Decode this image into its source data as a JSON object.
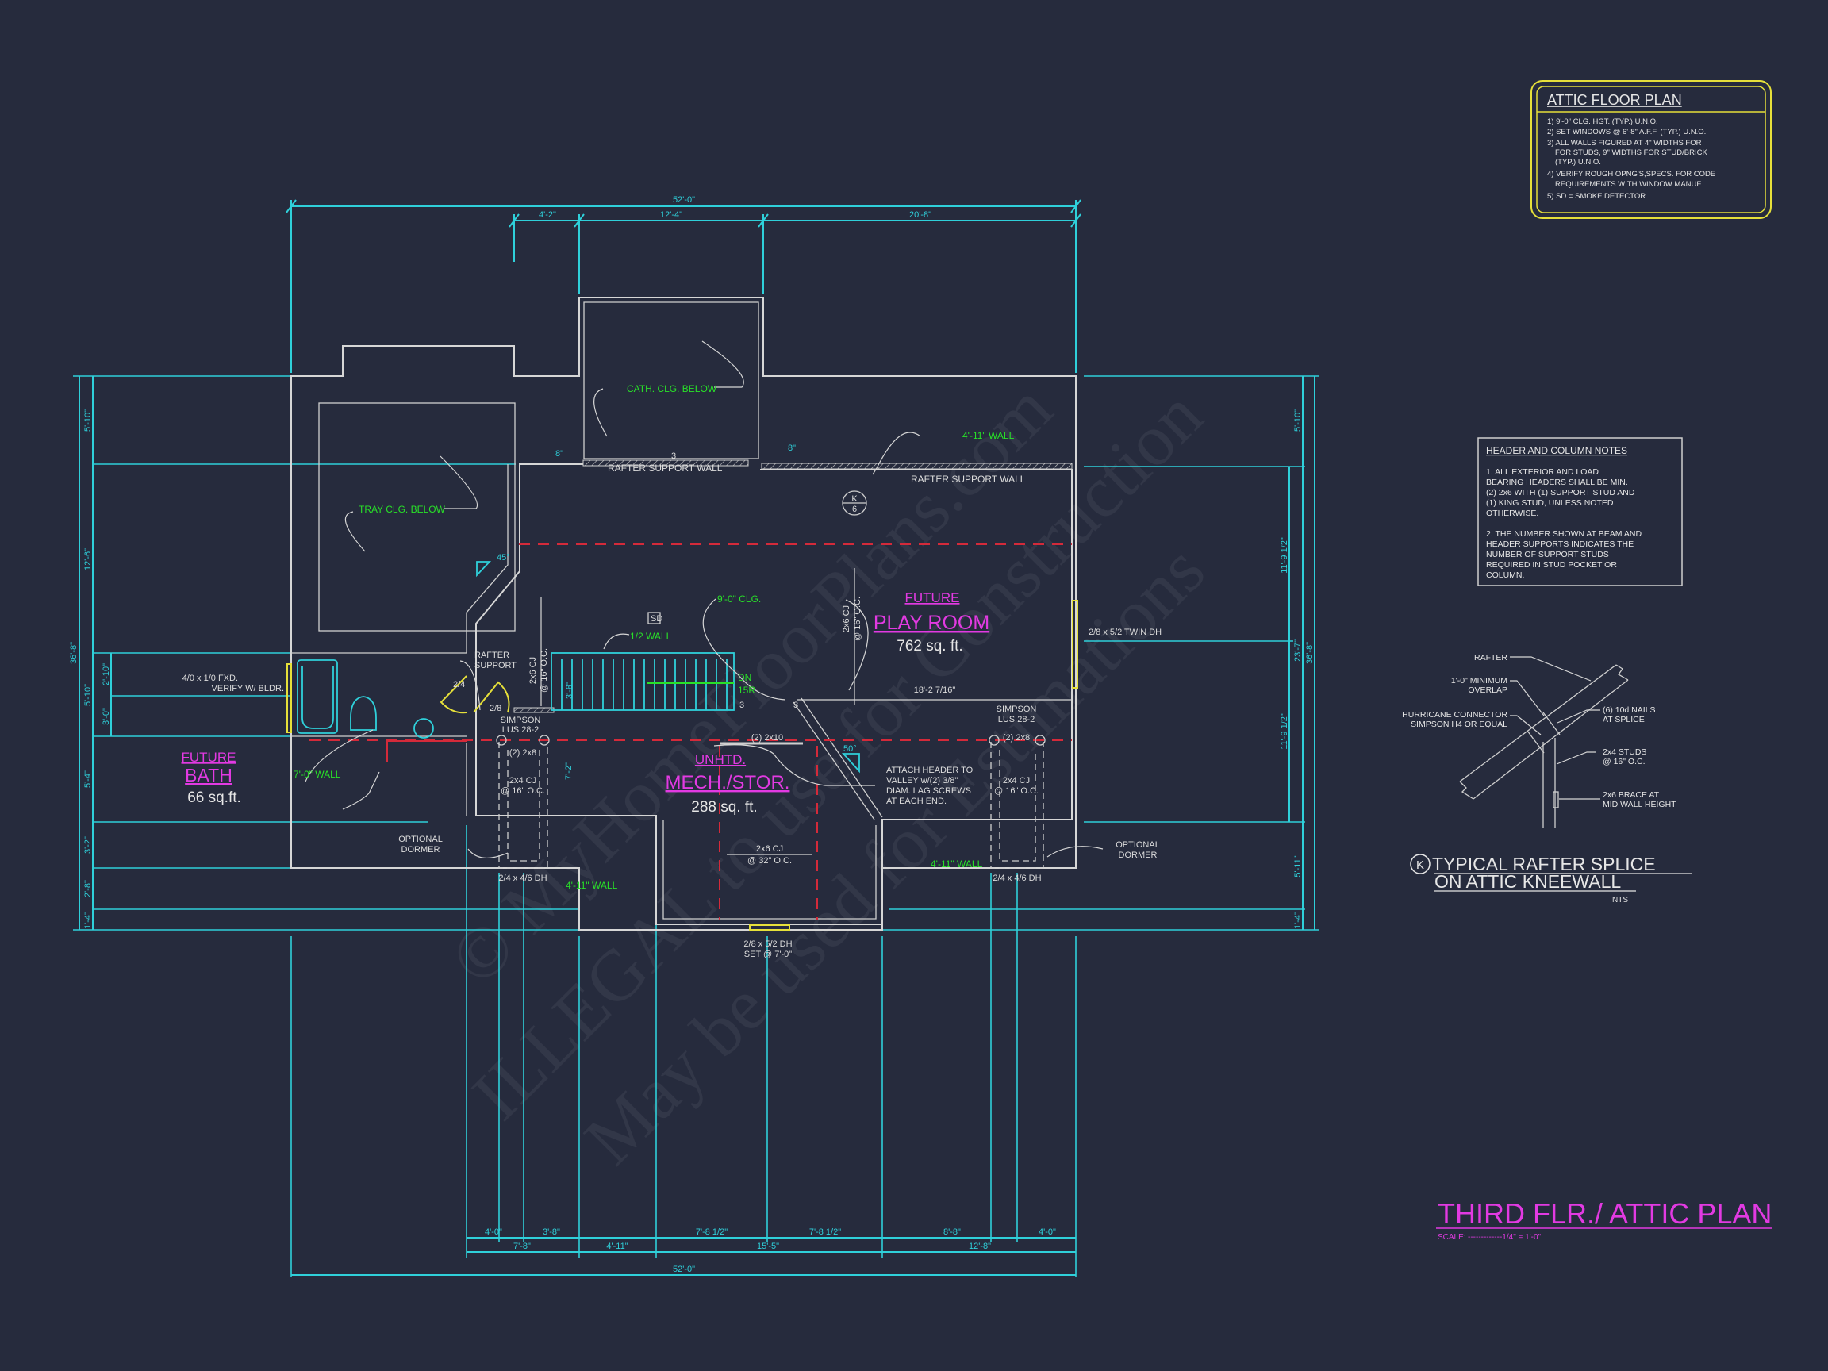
{
  "colors": {
    "background": "#262b3d",
    "dimension": "#2fd0da",
    "wall": "#d6d6d6",
    "note_green": "#28e028",
    "room_magenta": "#e23ae2",
    "window_yellow": "#e6e03a",
    "beam_red": "#d42a3a"
  },
  "sheet": {
    "title": "THIRD FLR./ ATTIC PLAN",
    "scale_label": "SCALE:",
    "scale_value": "-------------1/4\" = 1'-0\""
  },
  "attic_notes": {
    "title": "ATTIC FLOOR PLAN",
    "lines": [
      "1) 9'-0\"  CLG. HGT. (TYP.) U.N.O.",
      "2) SET WINDOWS @ 6'-8\" A.F.F. (TYP.) U.N.O.",
      "3) ALL WALLS FIGURED AT 4\" WIDTHS FOR",
      "FOR STUDS, 9\" WIDTHS FOR STUD/BRICK",
      "(TYP.) U.N.O.",
      "4) VERIFY ROUGH OPNG'S,SPECS. FOR CODE",
      "REQUIREMENTS WITH WINDOW MANUF.",
      "5) SD = SMOKE DETECTOR"
    ]
  },
  "header_notes": {
    "title": "HEADER AND COLUMN NOTES",
    "lines": [
      "1. ALL EXTERIOR AND LOAD",
      "BEARING HEADERS SHALL BE MIN.",
      "(2) 2x6 WITH (1) SUPPORT STUD AND",
      "(1) KING STUD, UNLESS NOTED",
      "OTHERWISE.",
      "2. THE NUMBER SHOWN AT BEAM AND",
      "HEADER SUPPORTS INDICATES THE",
      "NUMBER OF SUPPORT STUDS",
      "REQUIRED IN STUD POCKET OR",
      "COLUMN."
    ]
  },
  "detail": {
    "marker": "K",
    "title_line1": "TYPICAL RAFTER SPLICE",
    "title_line2": "ON ATTIC KNEEWALL",
    "nts": "NTS",
    "rafter": "RAFTER",
    "overlap_1": "1'-0\" MINIMUM",
    "overlap_2": "OVERLAP",
    "hurricane_1": "HURRICANE CONNECTOR",
    "hurricane_2": "SIMPSON H4 OR EQUAL",
    "nails_1": "(6) 10d NAILS",
    "nails_2": "AT SPLICE",
    "studs_1": "2x4 STUDS",
    "studs_2": "@ 16\" O.C.",
    "brace_1": "2x6 BRACE AT",
    "brace_2": "MID WALL HEIGHT"
  },
  "rooms": {
    "play": {
      "prefix": "FUTURE",
      "name": "PLAY ROOM",
      "area": "762 sq. ft."
    },
    "bath": {
      "prefix": "FUTURE",
      "name": "BATH",
      "area": "66 sq.ft."
    },
    "mech": {
      "prefix": "UNHTD.",
      "name": "MECH./STOR.",
      "area": "288 sq. ft."
    }
  },
  "labels": {
    "cath": "CATH. CLG. BELOW",
    "tray": "TRAY CLG. BELOW",
    "wall_4_11": "4'-11\" WALL",
    "half_wall": "1/2 WALL",
    "clg_9": "9'-0\" CLG.",
    "wall_7": "7'-0\" WALL",
    "rafter_support_wall": "RAFTER SUPPORT WALL",
    "rafter_support_1": "RAFTER",
    "rafter_support_2": "SUPPORT",
    "sd": "SD",
    "dn": "DN",
    "risers": "15R",
    "angle_45": "45°",
    "angle_50": "50°",
    "eight_in": "8\"",
    "support_3": "3",
    "marker_k": "K",
    "marker_sheet": "6",
    "cj_2x6_16_1": "2x6 CJ",
    "cj_2x6_16_2": "@ 16\" O.C.",
    "cj_2x4_1": "2x4 CJ",
    "cj_2x4_2": "@ 16\" O.C.",
    "cj_2x6_32_1": "2x6 CJ",
    "cj_2x6_32_2": "@ 32\" O.C.",
    "simpson_1": "SIMPSON",
    "simpson_2": "LUS 28-2",
    "beam_2x8": "(2) 2x8",
    "beam_2x10": "(2) 2x10",
    "door_24": "2/4",
    "door_28": "2/8",
    "stair_dim": "3'-8\"",
    "wall_dim_7_2": "7'-2\"",
    "span": "18'-2 7/16\"",
    "win_fixed_1": "4/0 x 1/0 FXD.",
    "win_fixed_2": "VERIFY W/ BLDR.",
    "win_twin": "2/8 x 5/2 TWIN DH",
    "win_dormer": "2/4 x 4/6 DH",
    "win_bottom_1": "2/8 x 5/2 DH",
    "win_bottom_2": "SET @ 7'-0\"",
    "optional_1": "OPTIONAL",
    "optional_2": "DORMER",
    "attach_1": "ATTACH HEADER TO",
    "attach_2": "VALLEY w/(2) 3/8\"",
    "attach_3": "DIAM. LAG SCREWS",
    "attach_4": "AT EACH END."
  },
  "dimensions": {
    "top_overall": "52'-0\"",
    "top_row": [
      "4'-2\"",
      "12'-4\"",
      "20'-8\""
    ],
    "bottom_row1": [
      "4'-0\"",
      "4'-0\"",
      "3'-8\"",
      "7'-8 1/2\"",
      "7'-8 1/2\"",
      "8'-8\"",
      "4'-0\""
    ],
    "bottom_row2": [
      "7'-8\"",
      "4'-11\"",
      "15'-5\"",
      "12'-8\""
    ],
    "bottom_overall": "52'-0\"",
    "left_overall": "36'-8\"",
    "left": [
      "5'-10\"",
      "12'-6\"",
      "5'-10\"",
      "5'-4\"",
      "3'-2\"",
      "2'-8\"",
      "1'-4\""
    ],
    "left_inner": [
      "2'-10\"",
      "3'-0\""
    ],
    "right_overall": "36'-8\"",
    "right_mid": "23'-7\"",
    "right": [
      "5'-10\"",
      "11'-9 1/2\"",
      "11'-9 1/2\"",
      "5'-11\"",
      "1'-4\""
    ]
  },
  "watermark": [
    "© MyHomeFloorPlans.com",
    "ILLEGAL to use for Construction",
    "May be used for Estimations"
  ]
}
